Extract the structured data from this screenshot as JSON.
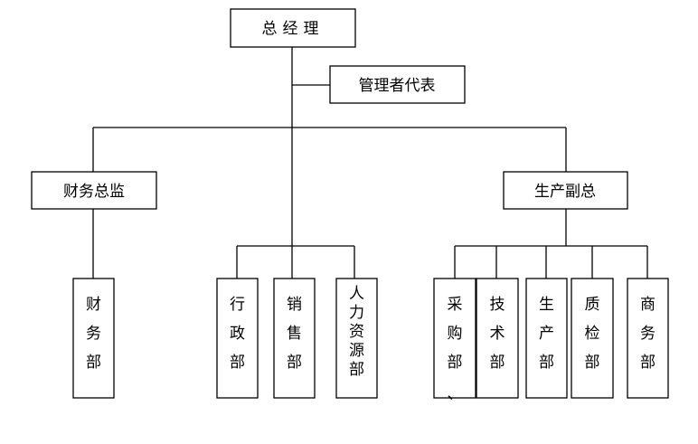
{
  "nodes": {
    "gm": {
      "text": "总经理",
      "spaced": true
    },
    "rep": {
      "text": "管理者代表"
    },
    "cfo": {
      "text": "财务总监"
    },
    "vp": {
      "text": "生产副总"
    },
    "finance": {
      "text": "财务部"
    },
    "admin": {
      "text": "行政部"
    },
    "sales": {
      "text": "销售部"
    },
    "hr": {
      "text": "人力资源部"
    },
    "purchase": {
      "text": "采购部"
    },
    "tech": {
      "text": "技术部"
    },
    "prod": {
      "text": "生产部"
    },
    "qc": {
      "text": "质检部"
    },
    "biz": {
      "text": "商务部"
    }
  }
}
